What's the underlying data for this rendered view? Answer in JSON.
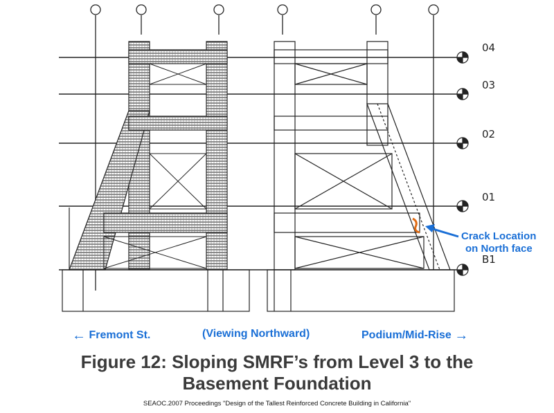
{
  "levels": [
    "04",
    "03",
    "02",
    "01",
    "B1"
  ],
  "callout": {
    "line1": "Crack Location",
    "line2": "on North face"
  },
  "nav": {
    "left": "Fremont St.",
    "center": "(Viewing Northward)",
    "right": "Podium/Mid-Rise"
  },
  "caption": {
    "line1": "Figure 12:  Sloping SMRF’s from Level 3 to the",
    "line2": "Basement Foundation"
  },
  "source": "SEAOC.2007 Proceedings \"Design of the Tallest Reinforced Concrete Building in California\"",
  "colors": {
    "accent": "#1a6fd6",
    "crack": "#e06a12",
    "ink": "#222222"
  }
}
